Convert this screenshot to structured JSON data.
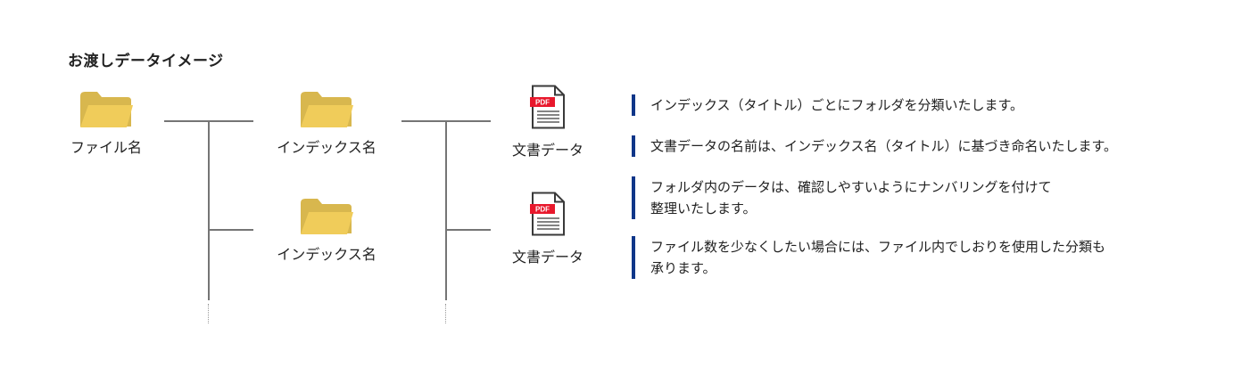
{
  "title": "お渡しデータイメージ",
  "colors": {
    "folder_back": "#d8b74e",
    "folder_front": "#f0cc5a",
    "pdf_badge": "#e8182c",
    "accent_bar": "#0f3689",
    "connector": "#757575"
  },
  "icons": {
    "folder": "folder-icon",
    "pdf": "pdf-file-icon"
  },
  "tree": {
    "root": {
      "label": "ファイル名"
    },
    "indexes": [
      {
        "label": "インデックス名",
        "file": {
          "label": "文書データ",
          "badge": "PDF"
        }
      },
      {
        "label": "インデックス名",
        "file": {
          "label": "文書データ",
          "badge": "PDF"
        }
      }
    ]
  },
  "notes": [
    {
      "lines": [
        "インデックス（タイトル）ごとにフォルダを分類いたします。"
      ]
    },
    {
      "lines": [
        "文書データの名前は、インデックス名（タイトル）に基づき命名いたします。"
      ]
    },
    {
      "lines": [
        "フォルダ内のデータは、確認しやすいようにナンバリングを付けて",
        "整理いたします。"
      ]
    },
    {
      "lines": [
        "ファイル数を少なくしたい場合には、ファイル内でしおりを使用した分類も",
        "承ります。"
      ]
    }
  ]
}
